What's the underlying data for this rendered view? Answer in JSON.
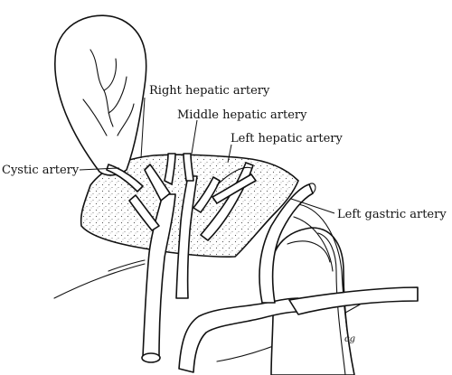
{
  "labels": {
    "right_hepatic_artery": "Right hepatic artery",
    "middle_hepatic_artery": "Middle hepatic artery",
    "left_hepatic_artery": "Left hepatic artery",
    "cystic_artery": "Cystic artery",
    "left_gastric_artery": "Left gastric artery"
  },
  "signature": "cg",
  "colors": {
    "ink": "#111111",
    "background": "#ffffff",
    "stipple": "#555555"
  }
}
